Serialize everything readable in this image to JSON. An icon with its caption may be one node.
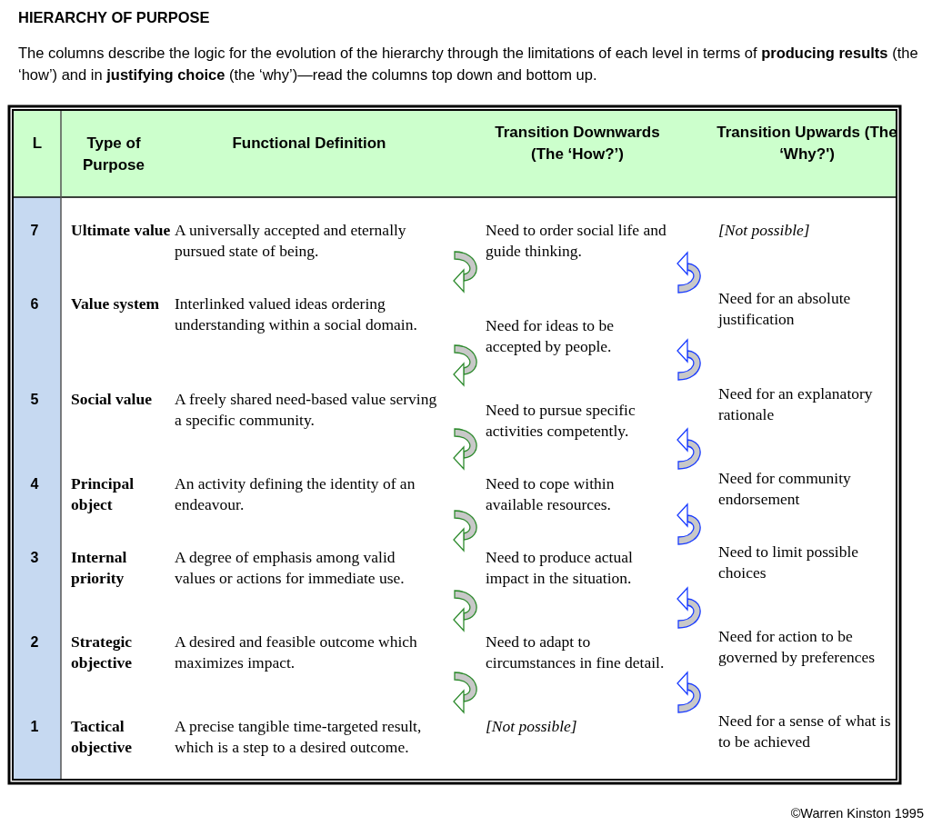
{
  "diagram": {
    "title": "HIERARCHY OF PURPOSE",
    "labels": [
      "The columns describe the logic for the evolution of the hierarchy through the limitations of each level in terms of **producing results** (the ‘how’) and in **justifying choice** (the ‘why’)—read the columns top down and bottom up.",
      "L",
      "Type of Purpose",
      "Functional Definition",
      "Transition Downwards (The ‘How?’)",
      "Transition Upwards (The ‘Why?')",
      "7",
      "Ultimate value",
      "A universally accepted and eternally pursued state of being.",
      "Need to order social life and guide thinking.",
      "[Not possible]",
      "6",
      "Value system",
      "Interlinked valued ideas ordering understanding within a social domain.",
      "Need for ideas to be accepted by people.",
      "Need for an absolute justification",
      "5",
      "Social value",
      "A freely shared need-based value serving a specific community.",
      "Need to pursue specific activities competently.",
      "Need for an explanatory rationale",
      "4",
      "Principal object",
      "An activity defining the identity of an endeavour.",
      "Need to cope within available resources.",
      "Need for community endorsement",
      "3",
      "Internal priority",
      "A degree of emphasis among valid values or actions for immediate use.",
      "Need to produce actual impact in the situation.",
      "Need to limit possible choices",
      "2",
      "Strategic objective",
      "A desired and feasible outcome which maximizes impact.",
      "Need to adapt to circumstances in fine detail.",
      "Need for action to be governed by preferences",
      "1",
      "Tactical objective",
      "A precise tangible time-targeted result, which is a step to a desired outcome.",
      "[Not possible]",
      "Need for a sense of what is to be achieved",
      "©Warren Kinston 1995"
    ]
  }
}
